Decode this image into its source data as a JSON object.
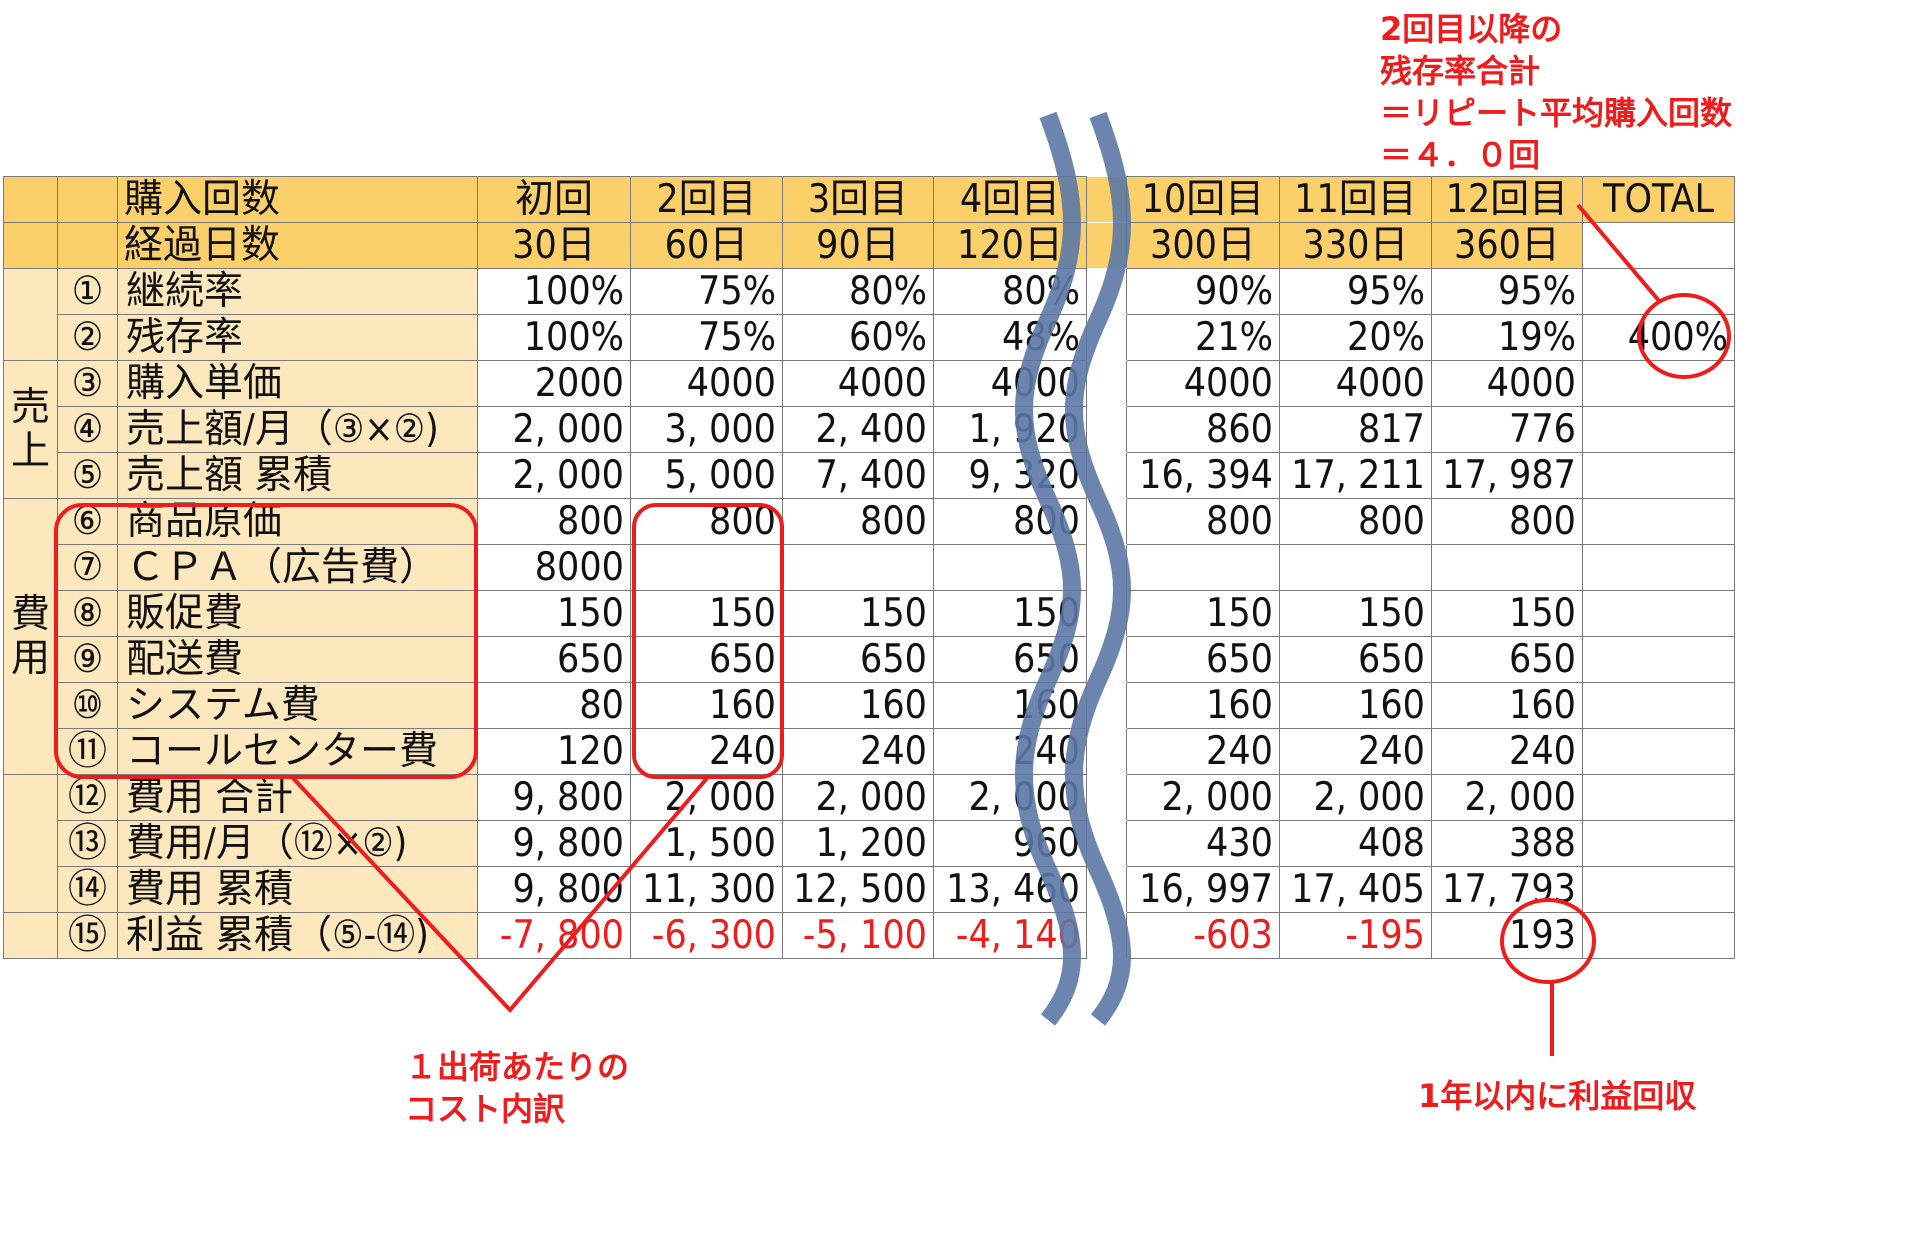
{
  "table": {
    "header_row1": {
      "label": "購入回数",
      "cols": [
        "初回",
        "2回目",
        "3回目",
        "4回目",
        "10回目",
        "11回目",
        "12回目",
        "TOTAL"
      ]
    },
    "header_row2": {
      "label": "経過日数",
      "cols": [
        "30日",
        "60日",
        "90日",
        "120日",
        "300日",
        "330日",
        "360日",
        ""
      ]
    },
    "groups": {
      "sales": "売\n上",
      "costs": "費\n用"
    },
    "rows": [
      {
        "idx": "①",
        "label": "継続率",
        "vals": [
          "100%",
          "75%",
          "80%",
          "80%",
          "90%",
          "95%",
          "95%",
          ""
        ]
      },
      {
        "idx": "②",
        "label": "残存率",
        "vals": [
          "100%",
          "75%",
          "60%",
          "48%",
          "21%",
          "20%",
          "19%",
          "400%"
        ]
      },
      {
        "idx": "③",
        "label": "購入単価",
        "vals": [
          "2000",
          "4000",
          "4000",
          "4000",
          "4000",
          "4000",
          "4000",
          ""
        ]
      },
      {
        "idx": "④",
        "label": "売上額/月（③×②)",
        "vals": [
          "2, 000",
          "3, 000",
          "2, 400",
          "1, 920",
          "860",
          "817",
          "776",
          ""
        ]
      },
      {
        "idx": "⑤",
        "label": "売上額 累積",
        "vals": [
          "2, 000",
          "5, 000",
          "7, 400",
          "9, 320",
          "16, 394",
          "17, 211",
          "17, 987",
          ""
        ]
      },
      {
        "idx": "⑥",
        "label": "商品原価",
        "vals": [
          "800",
          "800",
          "800",
          "800",
          "800",
          "800",
          "800",
          ""
        ]
      },
      {
        "idx": "⑦",
        "label": "ＣＰＡ（広告費）",
        "vals": [
          "8000",
          "",
          "",
          "",
          "",
          "",
          "",
          ""
        ]
      },
      {
        "idx": "⑧",
        "label": "販促費",
        "vals": [
          "150",
          "150",
          "150",
          "150",
          "150",
          "150",
          "150",
          ""
        ]
      },
      {
        "idx": "⑨",
        "label": "配送費",
        "vals": [
          "650",
          "650",
          "650",
          "650",
          "650",
          "650",
          "650",
          ""
        ]
      },
      {
        "idx": "⑩",
        "label": "システム費",
        "vals": [
          "80",
          "160",
          "160",
          "160",
          "160",
          "160",
          "160",
          ""
        ]
      },
      {
        "idx": "⑪",
        "label": "コールセンター費",
        "vals": [
          "120",
          "240",
          "240",
          "240",
          "240",
          "240",
          "240",
          ""
        ]
      },
      {
        "idx": "⑫",
        "label": "費用 合計",
        "vals": [
          "9, 800",
          "2, 000",
          "2, 000",
          "2, 000",
          "2, 000",
          "2, 000",
          "2, 000",
          ""
        ]
      },
      {
        "idx": "⑬",
        "label": "費用/月（⑫×②)",
        "vals": [
          "9, 800",
          "1, 500",
          "1, 200",
          "960",
          "430",
          "408",
          "388",
          ""
        ]
      },
      {
        "idx": "⑭",
        "label": "費用 累積",
        "vals": [
          "9, 800",
          "11, 300",
          "12, 500",
          "13, 460",
          "16, 997",
          "17, 405",
          "17, 793",
          ""
        ]
      },
      {
        "idx": "⑮",
        "label": "利益 累積（⑤-⑭)",
        "vals": [
          "-7, 800",
          "-6, 300",
          "-5, 100",
          "-4, 140",
          "-603",
          "-195",
          "193",
          ""
        ],
        "neg": [
          true,
          true,
          true,
          true,
          true,
          true,
          false,
          false
        ]
      }
    ]
  },
  "annotations": {
    "top_right": [
      "2回目以降の",
      "残存率合計",
      "＝リピート平均購入回数",
      "＝４．０回"
    ],
    "cost_breakdown": [
      "１出荷あたりの",
      "コスト内訳"
    ],
    "profit_recovery": "1年以内に利益回収"
  },
  "colors": {
    "header": "#fbcf6a",
    "label_bg": "#fde7bd",
    "annotation_red": "#ee1c1c",
    "wave_blue": "#5b78a6"
  }
}
